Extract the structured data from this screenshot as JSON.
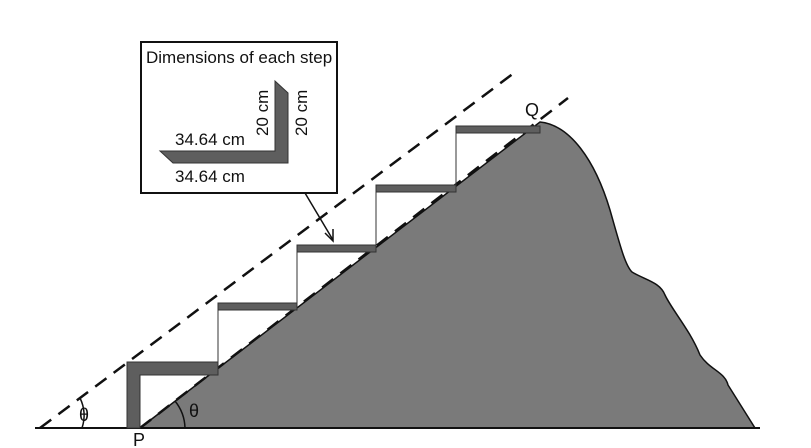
{
  "inset": {
    "title": "Dimensions of each step",
    "tread_top": "34.64 cm",
    "tread_bottom": "34.64 cm",
    "riser_inner": "20 cm",
    "riser_outer": "20 cm"
  },
  "points": {
    "p": "P",
    "q": "Q"
  },
  "angles": {
    "outer": "θ",
    "inner": "θ"
  },
  "colors": {
    "hill": "#7a7a7a",
    "step": "#5e5e5e"
  }
}
